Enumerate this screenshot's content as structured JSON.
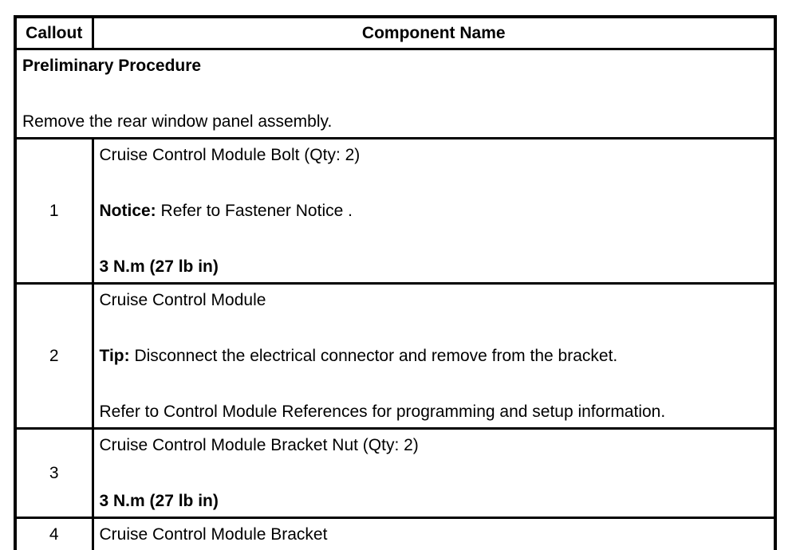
{
  "page": {
    "background_color": "#ffffff",
    "border_color": "#000000",
    "text_color": "#000000"
  },
  "table": {
    "header": {
      "callout": "Callout",
      "component": "Component Name"
    },
    "preliminary": {
      "title": "Preliminary Procedure",
      "instruction": "Remove the rear window panel assembly."
    },
    "rows": [
      {
        "callout": "1",
        "component": "Cruise Control Module Bolt (Qty: 2)",
        "note_label": "Notice:",
        "note_text": " Refer to Fastener Notice .",
        "torque": "3 N.m (27 lb in)"
      },
      {
        "callout": "2",
        "component": "Cruise Control Module",
        "note_label": "Tip:",
        "note_text": " Disconnect the electrical connector and remove from the bracket.",
        "reference": "Refer to Control Module References for programming and setup information."
      },
      {
        "callout": "3",
        "component": "Cruise Control Module Bracket Nut (Qty: 2)",
        "torque": "3 N.m (27 lb in)"
      },
      {
        "callout": "4",
        "component": "Cruise Control Module Bracket"
      }
    ]
  }
}
